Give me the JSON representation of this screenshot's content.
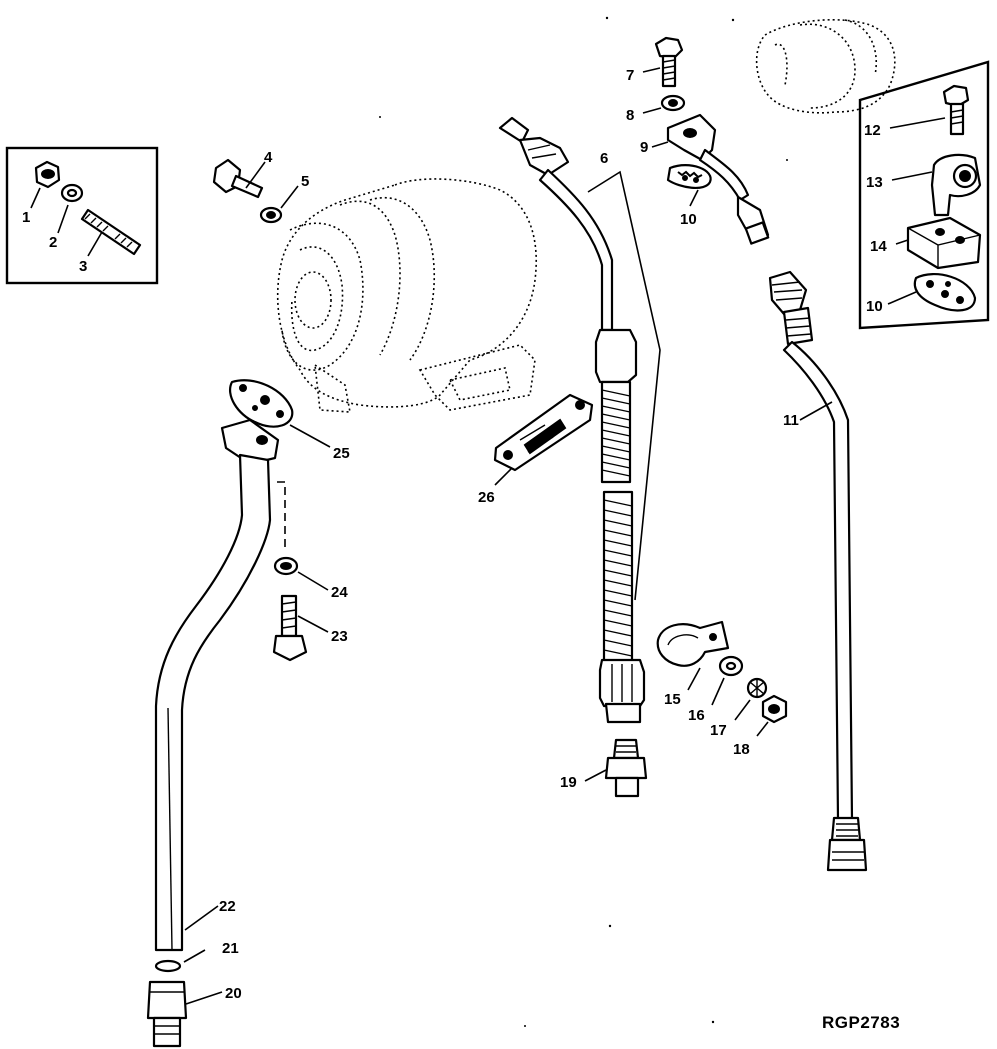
{
  "figure_ref": "RGP2783",
  "callouts": {
    "c1": "1",
    "c2": "2",
    "c3": "3",
    "c4": "4",
    "c5": "5",
    "c6": "6",
    "c7": "7",
    "c8": "8",
    "c9": "9",
    "c10a": "10",
    "c10b": "10",
    "c11": "11",
    "c12": "12",
    "c13": "13",
    "c14": "14",
    "c15": "15",
    "c16": "16",
    "c17": "17",
    "c18": "18",
    "c19": "19",
    "c20": "20",
    "c21": "21",
    "c22": "22",
    "c23": "23",
    "c24": "24",
    "c25": "25",
    "c26": "26"
  }
}
